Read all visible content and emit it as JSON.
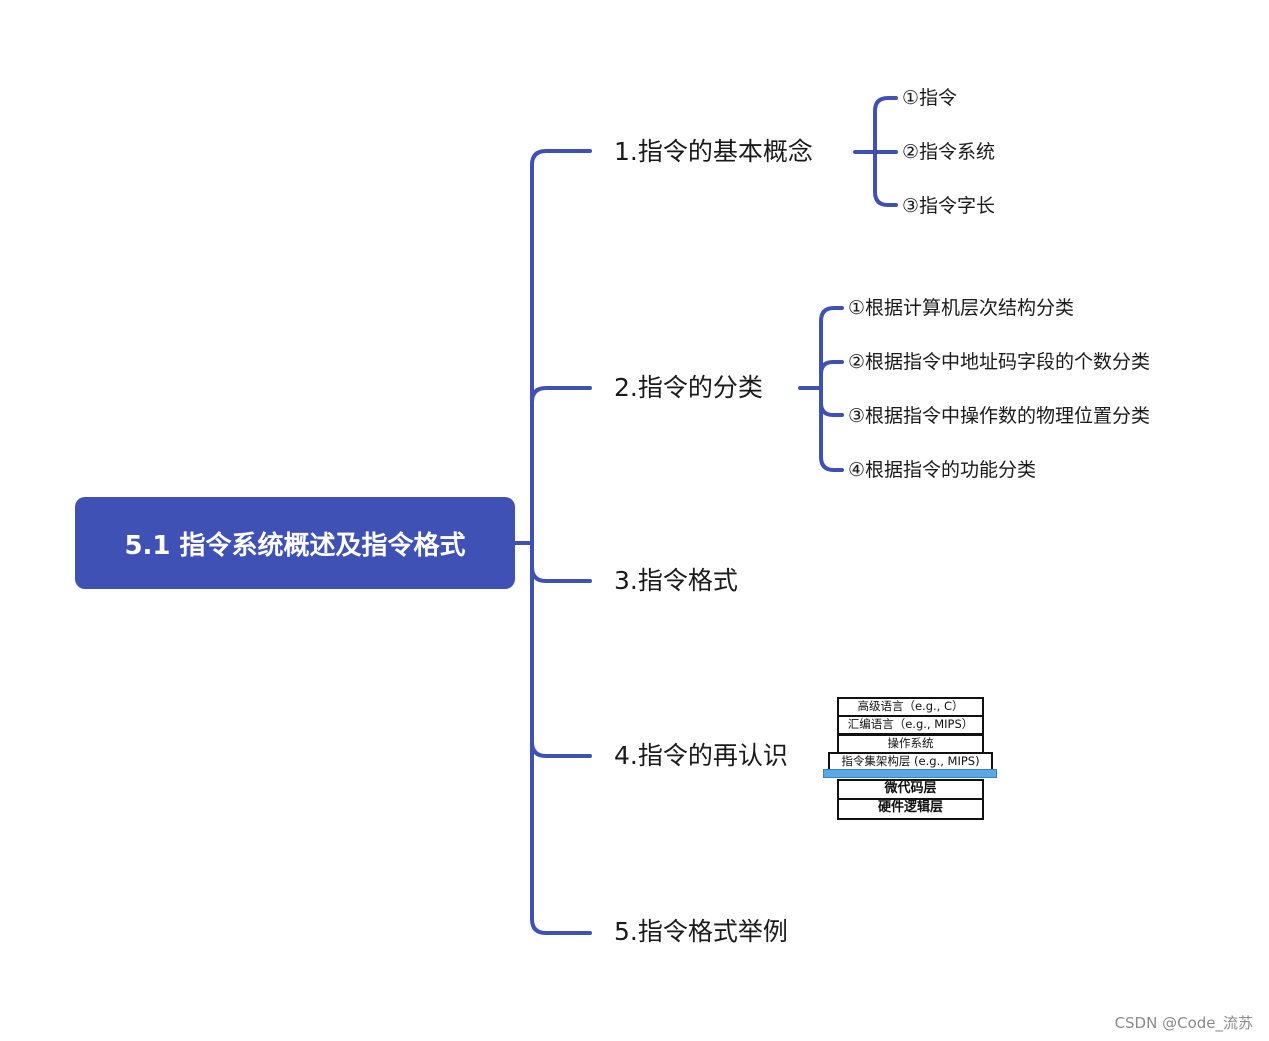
{
  "root": {
    "label": "5.1 指令系统概述及指令格式"
  },
  "branches": [
    {
      "label": "1.指令的基本概念",
      "children": [
        "①指令",
        "②指令系统",
        "③指令字长"
      ]
    },
    {
      "label": "2.指令的分类",
      "children": [
        "①根据计算机层次结构分类",
        "②根据指令中地址码字段的个数分类",
        "③根据指令中操作数的物理位置分类",
        "④根据指令的功能分类"
      ]
    },
    {
      "label": "3.指令格式",
      "children": []
    },
    {
      "label": "4.指令的再认识",
      "children": []
    },
    {
      "label": "5.指令格式举例",
      "children": []
    }
  ],
  "layer_stack": {
    "layers": [
      "高级语言（e.g., C）",
      "汇编语言（e.g., MIPS）",
      "操作系统",
      "指令集架构层 (e.g., MIPS)",
      "微代码层",
      "硬件逻辑层"
    ],
    "highlight_color": "#5aa9e6"
  },
  "colors": {
    "accent": "#3f51b5"
  },
  "watermark": "CSDN @Code_流苏"
}
